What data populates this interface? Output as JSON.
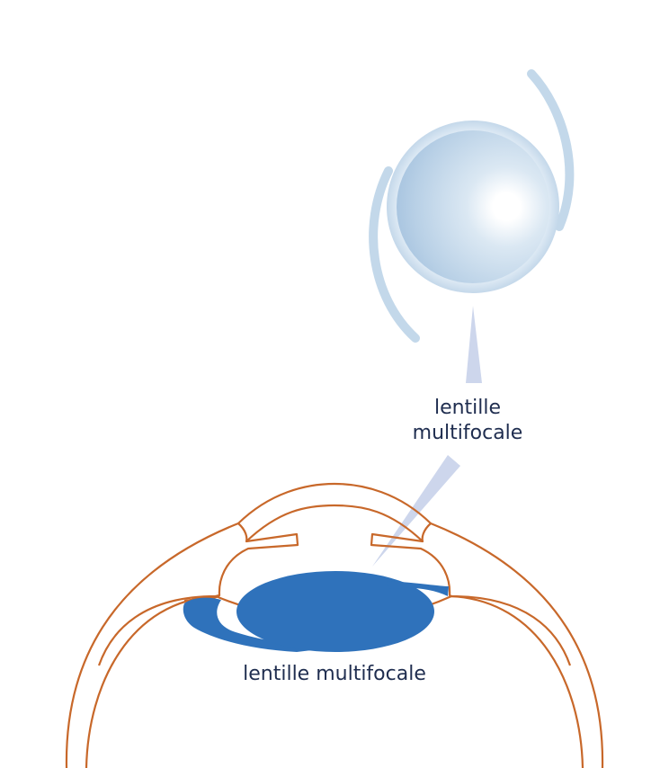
{
  "labels": {
    "lens_callout_line1": "lentille",
    "lens_callout_line2": "multifocale",
    "eye_lens_label": "lentille multifocale"
  },
  "colors": {
    "eye_outline": "#c8682a",
    "implanted_lens": "#2f72bb",
    "callout_pointer": "#cdd6ec",
    "lens_glass_light": "#ffffff",
    "lens_glass_mid": "#cfe0ef",
    "lens_glass_dark": "#8fb3d4",
    "haptic": "#c3d8ea",
    "label_text": "#1f2d4f"
  }
}
